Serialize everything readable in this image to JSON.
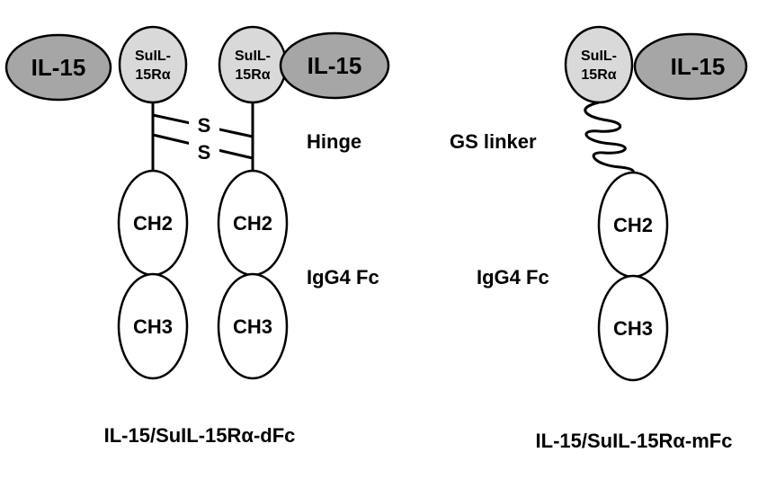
{
  "diagram": {
    "left_construct": {
      "il15": "IL-15",
      "receptor_line1": "SuIL-",
      "receptor_line2": "15Rα",
      "disulfide": "S",
      "ch2": "CH2",
      "ch3": "CH3",
      "caption": "IL-15/SuIL-15Rα-dFc"
    },
    "right_construct": {
      "il15": "IL-15",
      "receptor_line1": "SuIL-",
      "receptor_line2": "15Rα",
      "ch2": "CH2",
      "ch3": "CH3",
      "caption": "IL-15/SuIL-15Rα-mFc"
    },
    "labels": {
      "hinge": "Hinge",
      "gs_linker": "GS linker",
      "igg4_fc_left": "IgG4 Fc",
      "igg4_fc_right": "IgG4 Fc"
    },
    "colors": {
      "il15_fill": "#a6a6a6",
      "receptor_fill": "#d9d9d9",
      "domain_fill": "#ffffff",
      "stroke": "#000000"
    }
  }
}
